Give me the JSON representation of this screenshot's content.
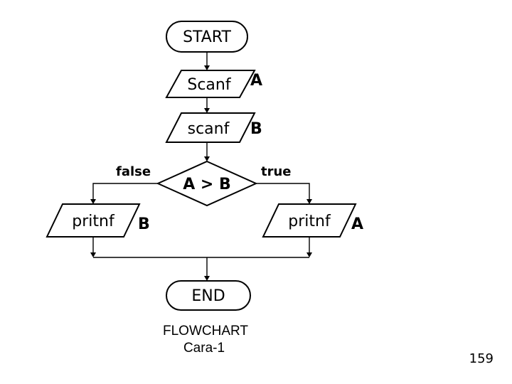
{
  "flowchart": {
    "start_label": "START",
    "input_a_label": "Scanf",
    "input_a_var": "A",
    "input_b_label": "scanf",
    "input_b_var": "B",
    "decision_label": "A > B",
    "false_label": "false",
    "true_label": "true",
    "output_false_label": "pritnf",
    "output_false_var": "B",
    "output_true_label": "pritnf",
    "output_true_var": "A",
    "end_label": "END"
  },
  "caption": {
    "line1": "FLOWCHART",
    "line2": "Cara-1"
  },
  "page_number": "159"
}
